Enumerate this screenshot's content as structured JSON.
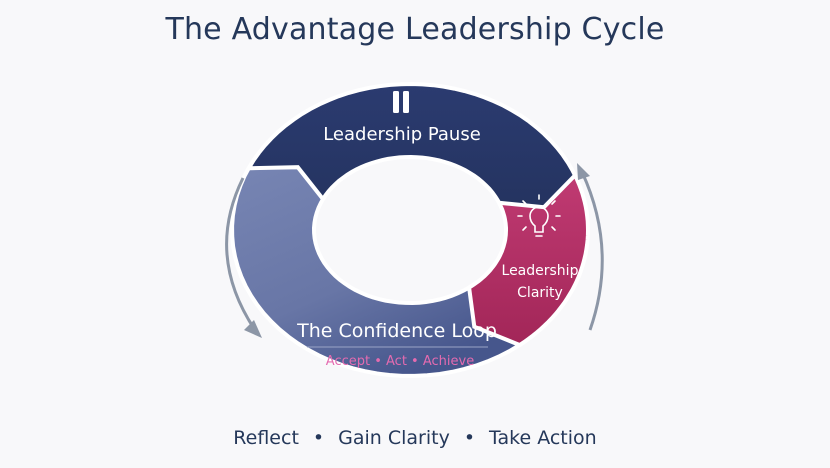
{
  "title": "The Advantage Leadership Cycle",
  "segments": {
    "pause": {
      "label": "Leadership Pause",
      "icon": "pause-icon",
      "color": "#27376a"
    },
    "clarity": {
      "label_line1": "Leadership",
      "label_line2": "Clarity",
      "icon": "lightbulb-icon",
      "color": "#b02d62"
    },
    "confidence": {
      "label": "The Confidence Loop",
      "subtitle": "Accept • Act • Achieve",
      "subtitle_color": "#e46bb0",
      "color": "#6a78a8"
    }
  },
  "footer": {
    "items": [
      "Reflect",
      "Gain Clarity",
      "Take Action"
    ]
  }
}
